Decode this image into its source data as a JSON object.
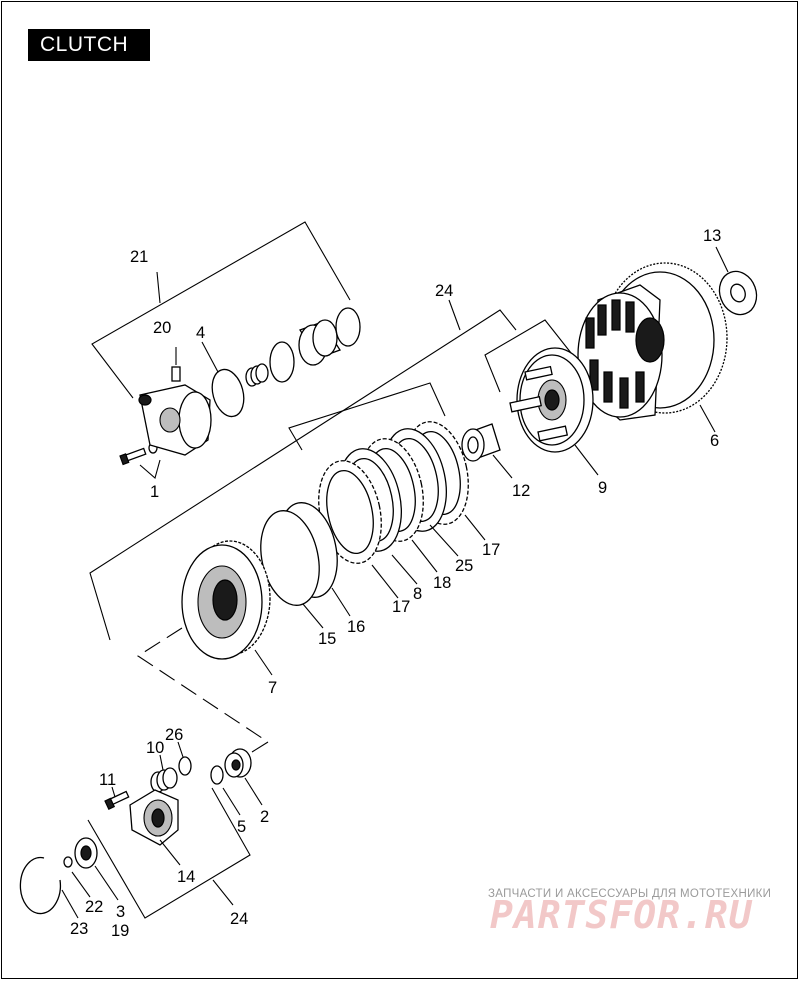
{
  "page": {
    "title": "CLUTCH"
  },
  "callouts": {
    "n1": "1",
    "n2": "2",
    "n3": "3",
    "n4": "4",
    "n5": "5",
    "n6": "6",
    "n7": "7",
    "n8": "8",
    "n9": "9",
    "n10": "10",
    "n11": "11",
    "n12": "12",
    "n13": "13",
    "n14": "14",
    "n15": "15",
    "n16": "16",
    "n17a": "17",
    "n17b": "17",
    "n18": "18",
    "n19": "19",
    "n20": "20",
    "n21": "21",
    "n22": "22",
    "n23": "23",
    "n24a": "24",
    "n24b": "24",
    "n25": "25",
    "n26": "26"
  },
  "watermark": {
    "subtitle": "ЗАПЧАСТИ И АКСЕССУАРЫ ДЛЯ МОТОТЕХНИКИ",
    "logo": "PARTSFOR.RU"
  }
}
